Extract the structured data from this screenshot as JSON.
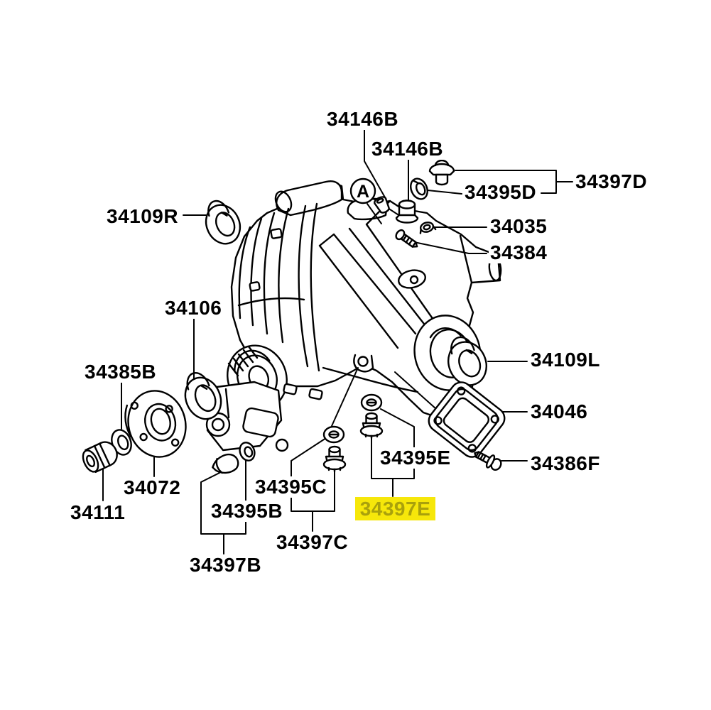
{
  "diagram": {
    "type": "exploded-parts-diagram",
    "subject": "rear differential carrier assembly",
    "background_color": "#ffffff",
    "ink_color": "#000000",
    "highlight": {
      "background": "#f6e70a",
      "text_color": "#a9a10c"
    },
    "detail_marker": "A",
    "labels": [
      {
        "id": "34146B-upper",
        "text": "34146B",
        "highlighted": false
      },
      {
        "id": "34146B-lower",
        "text": "34146B",
        "highlighted": false
      },
      {
        "id": "34397D",
        "text": "34397D",
        "highlighted": false
      },
      {
        "id": "34395D",
        "text": "34395D",
        "highlighted": false
      },
      {
        "id": "34035",
        "text": "34035",
        "highlighted": false
      },
      {
        "id": "34384",
        "text": "34384",
        "highlighted": false
      },
      {
        "id": "34109R",
        "text": "34109R",
        "highlighted": false
      },
      {
        "id": "34106",
        "text": "34106",
        "highlighted": false
      },
      {
        "id": "34109L",
        "text": "34109L",
        "highlighted": false
      },
      {
        "id": "34385B",
        "text": "34385B",
        "highlighted": false
      },
      {
        "id": "34046",
        "text": "34046",
        "highlighted": false
      },
      {
        "id": "34386F",
        "text": "34386F",
        "highlighted": false
      },
      {
        "id": "34395E",
        "text": "34395E",
        "highlighted": false
      },
      {
        "id": "34395C",
        "text": "34395C",
        "highlighted": false
      },
      {
        "id": "34072",
        "text": "34072",
        "highlighted": false
      },
      {
        "id": "34111",
        "text": "34111",
        "highlighted": false
      },
      {
        "id": "34395B",
        "text": "34395B",
        "highlighted": false
      },
      {
        "id": "34397E",
        "text": "34397E",
        "highlighted": true
      },
      {
        "id": "34397C",
        "text": "34397C",
        "highlighted": false
      },
      {
        "id": "34397B",
        "text": "34397B",
        "highlighted": false
      }
    ]
  }
}
